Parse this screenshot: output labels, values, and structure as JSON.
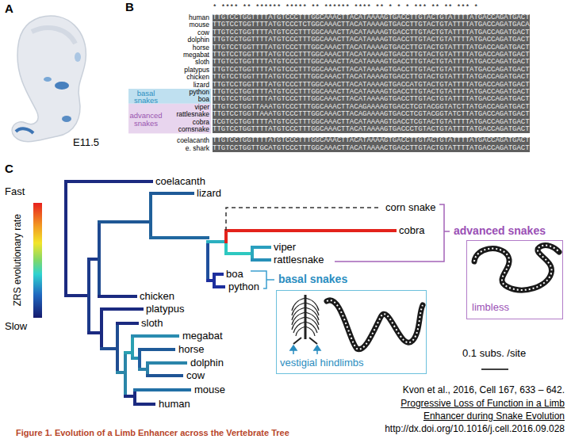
{
  "diagram": {
    "caption": "Figure 1. Evolution of a Limb Enhancer across the Vertebrate Tree",
    "nodes": [
      {
        "text": [
          "advanced snakes",
          "limbless"
        ]
      },
      {
        "text": [
          "basal snakes",
          "vestigial hindlimbs"
        ]
      }
    ],
    "labels": [
      "A",
      "E11.5",
      "B",
      "* ****  **  ****** ***** ** ****** ****  ** *  * * ***  ** ** ***   *",
      "human",
      "mouse",
      "cow",
      "dolphin",
      "horse",
      "megabat",
      "sloth",
      "platypus",
      "chicken",
      "lizard",
      "python",
      "boa",
      "viper",
      "rattlesnake",
      "cobra",
      "cornsnake",
      "coelacanth",
      "e. shark",
      "TTGTCCTGGTTTTATGTCCCTTTGGCAAACTTACATAAAAGTGACCTTGTACTGTATTTTATGACCAGATGACT",
      "TTGTCCTGGTTTTATGTCCCTCTGGCAAACTTACATAAAAGTGACCTTGTACTGTATTTTATGACCAGATGACA",
      "TTGTCCTGGTTTTATGTCCCTTTGGCAAACTTACATAAAAGTGACCTTGTACTGTATTTTATGACCAGATGACT",
      "TTGTCCTGGTTTTATGTCCCTTTGGCAAACTTACATAAAAGTGACCTTGTACTGTATTTTATGACCAGATGACT",
      "TTGTCCTGGTTTTATGTCCCTTTGGCAAACTTACATAAAAGTGACCTTGTACTGTATTTTATGACCAGATGACT",
      "TTGTCCTGGTTTTATGTCCCTTTGGCAAACTTACATAAAAGTGACCTTGTACTGTATTTTATGACCAGATGACT",
      "TTGTCCTGGTTTTATGTCCCTTTGGCAAACTTACATAAAAGTGACCTTGTACTGTATTTTATGACCAGATGACT",
      "TTGTCCTGGTTTTATGTCCCTTTGGCAAACTTACATAAAAGTGACCTTGTACTGTATTTTATGACCAGATGACT",
      "TTGTCCTGGTTTTATGTCCCTTTGGCAAACTTACATAAAAGTGACCTTGTACTGTATTTTATGACCAGATGACT",
      "TTGTCCTGGTTTTATGTCCCTTTGGCAAACTTACATAAAAGTGACCATGTACTGTATTTTATGACCAGATGACT",
      "TTGTCCTGGTTTTATGTCCCTTTGGCAAACTTACATAAAAGTGACCTTGTACTGTATTTTATGACCAGATGACT",
      "TTGTCCTGGTTTTATGTCCCTTTGGCAAACTTACATAAAAGTGACCTTGTACTGTATTTTATGACCAGATGACT",
      "TTGTCCTGGTTAAATGTCCCTTTGGCAAACTTACAGAAAAGTGACCTCGTACGGTATCTTATGACCAGATGACT",
      "TTGTCCTGGTTAAATGTCCCTTTGGCAAACTTACAGAAAAGTGACCTCGTACGGTATCTTATGACCAGATGACT",
      "TCGTCCTGGTTTTATGTCCCTTTGGCAAACTTACATAAAAGTGACCTCGTACTGTATTTTATGACCAGATGACT",
      "TTGTCCTGGTTTTATGTCCCTTTGGCAAACTTACATAAAAGTGACCCTGTACTGTATTTTATGACCAGATGACT",
      "TTGTCCTGGTTTTATGTCCCTTTGGCAAACTTACATAAAAGTGACCTTGTACTGTATTTTATGACCAGATGACT",
      "TTGTCCTGGTTGCATGTCCCTTTGGCAAACTTACATAAAACTGACCTTGTACTGTATTTTATGACCAGATGACT",
      "basal snakes",
      "advanced snakes",
      "C",
      "Fast",
      "ZRS evolutionary rate",
      "Slow",
      "coelacanth",
      "lizard",
      "corn snake",
      "cobra",
      "viper",
      "rattlesnake",
      "boa",
      "python",
      "chicken",
      "platypus",
      "sloth",
      "megabat",
      "horse",
      "dolphin",
      "cow",
      "mouse",
      "human",
      "0.1 subs. /site",
      "Kvon et al., 2016, Cell 167, 633 – 642.",
      "Progressive Loss of Function in a Limb Enhancer during Snake Evolution",
      "http://dx.doi.org/10.1016/j.cell.2016.09.028"
    ]
  }
}
